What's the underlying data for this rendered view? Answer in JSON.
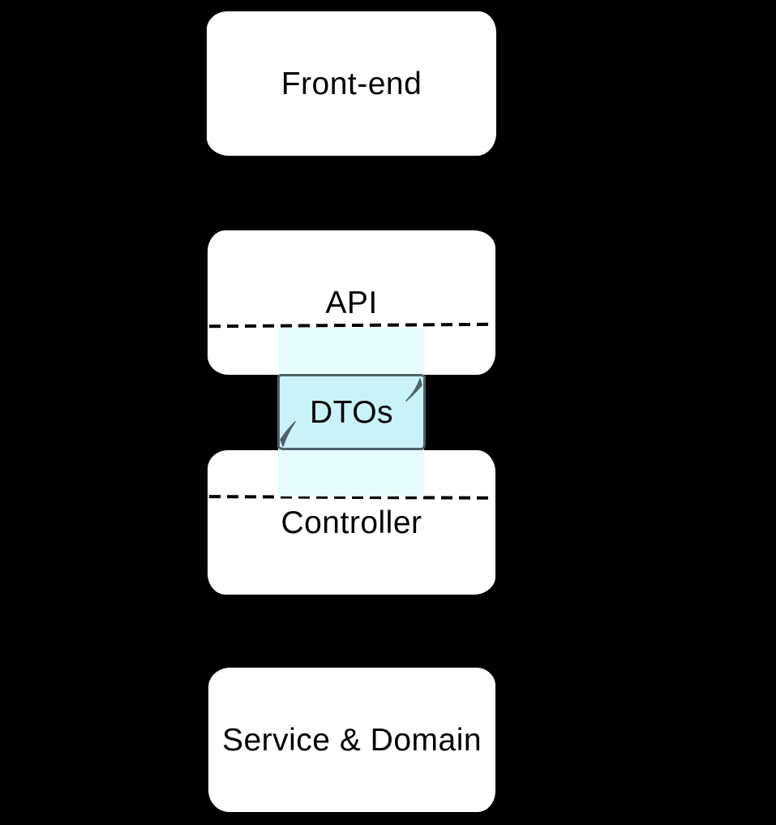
{
  "diagram": {
    "type": "layered-architecture",
    "background": "#000000",
    "nodes": [
      {
        "id": "front-end",
        "label": "Front-end",
        "fill": "#ffffff",
        "has_dashed_divider": false
      },
      {
        "id": "api",
        "label": "API",
        "fill": "#ffffff",
        "has_dashed_divider": true
      },
      {
        "id": "dtos",
        "label": "DTOs",
        "fill": "#c9f3f6",
        "border": "#50616a",
        "has_dashed_divider": false
      },
      {
        "id": "controller",
        "label": "Controller",
        "fill": "#ffffff",
        "has_dashed_divider": true
      },
      {
        "id": "service-domain",
        "label": "Service & Domain",
        "fill": "#ffffff",
        "has_dashed_divider": false
      }
    ],
    "band": {
      "description": "translucent cyan band linking API dashed divider to Controller dashed divider through DTOs box",
      "fill": "#e6fcfd"
    },
    "colors": {
      "background": "#000000",
      "node_fill": "#ffffff",
      "node_text": "#000000",
      "divider": "#000000",
      "band_fill": "#e6fcfd",
      "dto_fill": "#c9f3f6",
      "dto_border": "#50616a"
    }
  }
}
